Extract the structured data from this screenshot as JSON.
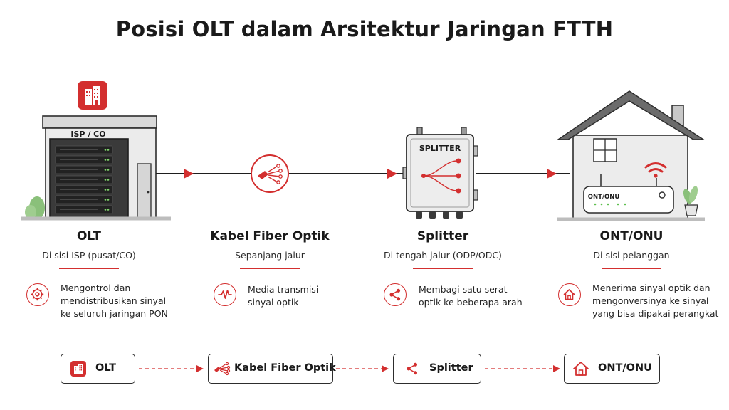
{
  "title": "Posisi OLT dalam Arsitektur Jaringan FTTH",
  "building_label": "ISP / CO",
  "splitter_label": "SPLITTER",
  "router_label": "ONT/ONU",
  "columns": [
    {
      "title": "OLT",
      "subtitle": "Di sisi ISP (pusat/CO)",
      "desc": [
        "Mengontrol dan",
        "mendistribusikan sinyal",
        "ke seluruh jaringan PON"
      ],
      "icon": "gear-icon"
    },
    {
      "title": "Kabel Fiber Optik",
      "subtitle": "Sepanjang jalur",
      "desc": [
        "Media transmisi",
        "sinyal optik"
      ],
      "icon": "signal-wave-icon"
    },
    {
      "title": "Splitter",
      "subtitle": "Di tengah jalur (ODP/ODC)",
      "desc": [
        "Membagi satu serat",
        "optik ke beberapa arah"
      ],
      "icon": "share-icon"
    },
    {
      "title": "ONT/ONU",
      "subtitle": "Di sisi pelanggan",
      "desc": [
        "Menerima sinyal optik dan",
        "mengonversinya ke sinyal",
        "yang bisa dipakai perangkat"
      ],
      "icon": "home-icon"
    }
  ],
  "flow": [
    {
      "label": "OLT",
      "icon": "building-icon"
    },
    {
      "label": "Kabel Fiber Optik",
      "icon": "fiber-cable-icon"
    },
    {
      "label": "Splitter",
      "icon": "share-icon"
    },
    {
      "label": "ONT/ONU",
      "icon": "home-icon"
    }
  ],
  "colors": {
    "accent": "#d32f2f",
    "dark": "#2d2d2d",
    "building": "#ebebeb"
  }
}
